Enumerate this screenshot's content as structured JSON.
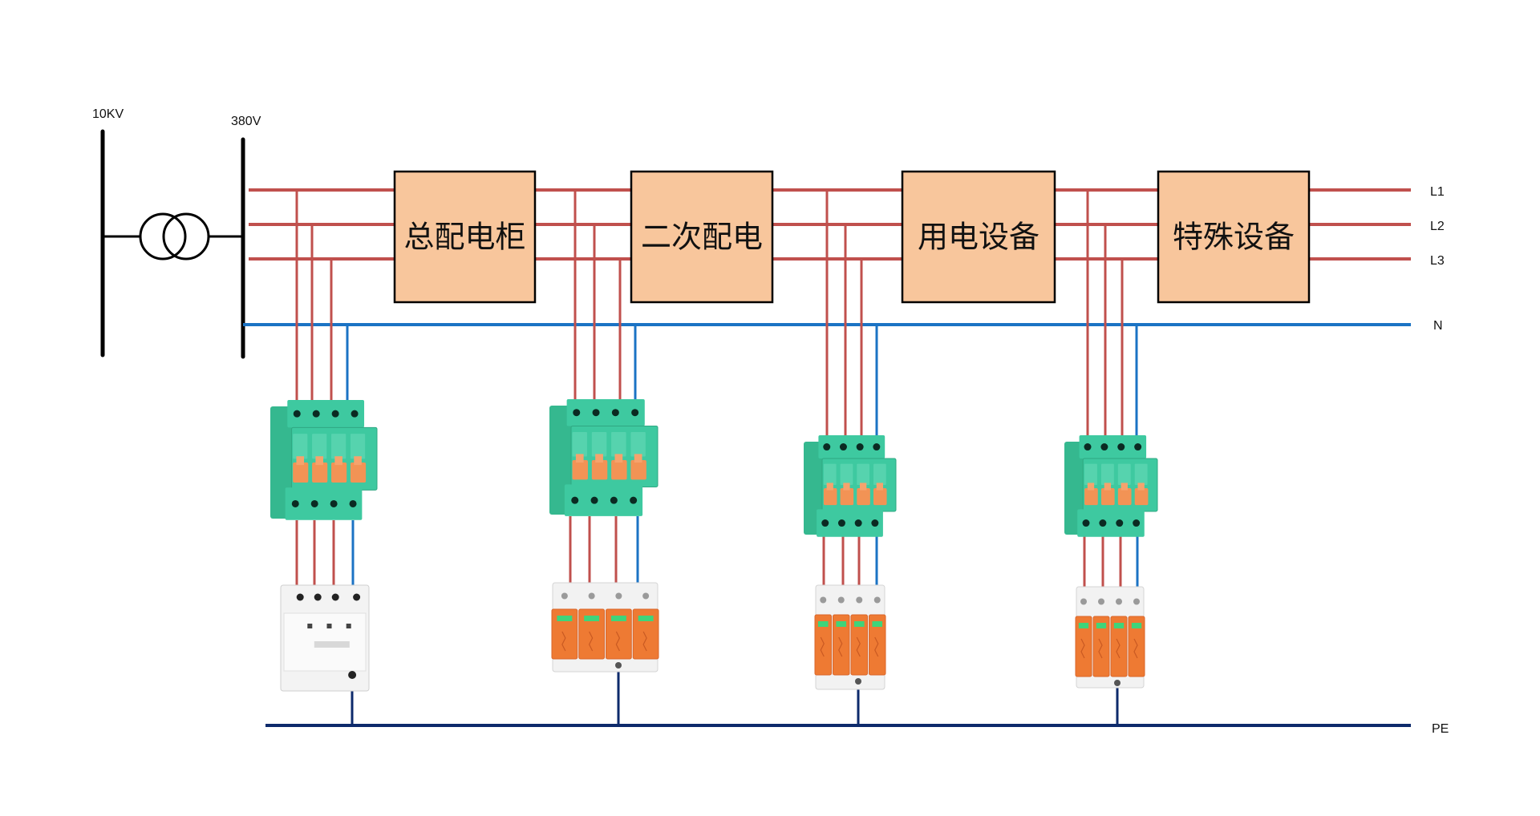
{
  "diagram": {
    "type": "power distribution surge protection wiring diagram",
    "colors": {
      "phase": "#c0504d",
      "neutral": "#1b73c4",
      "pe": "#0d2a6b",
      "bus": "#000000",
      "box_fill": "#f8c69c",
      "breaker_green": "#3ec9a0",
      "breaker_toggle": "#f29355",
      "spd_orange": "#ee7a33",
      "spd_indicator": "#3fd47a",
      "spd_white": "#f2f2f2"
    },
    "voltage_labels": {
      "high": "10KV",
      "low": "380V"
    },
    "transformer": {
      "icon": "transformer-two-winding-icon"
    },
    "boxes": [
      {
        "label": "总配电柜"
      },
      {
        "label": "二次配电"
      },
      {
        "label": "用电设备"
      },
      {
        "label": "特殊设备"
      }
    ],
    "line_labels": {
      "l1": "L1",
      "l2": "L2",
      "l3": "L3",
      "n": "N",
      "pe": "PE"
    },
    "protection_units": [
      {
        "breaker": "4-pole SPD backup breaker",
        "spd": "white 4-pole SPD (Type 1)"
      },
      {
        "breaker": "4-pole SPD backup breaker",
        "spd": "orange 4-pole SPD"
      },
      {
        "breaker": "4-pole SPD backup breaker",
        "spd": "orange 4-pole SPD"
      },
      {
        "breaker": "4-pole SPD backup breaker",
        "spd": "orange 4-pole SPD"
      }
    ]
  }
}
